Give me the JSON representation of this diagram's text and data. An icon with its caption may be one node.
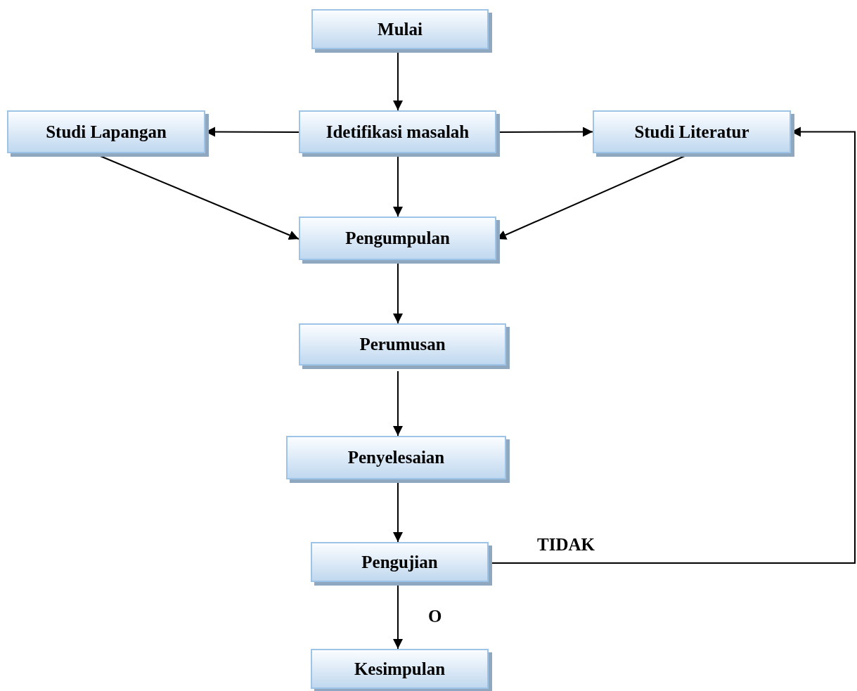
{
  "diagram": {
    "nodes": [
      {
        "text": [
          "Mulai"
        ]
      },
      {
        "text": [
          "Studi Lapangan"
        ]
      },
      {
        "text": [
          "Idetifikasi masalah"
        ]
      },
      {
        "text": [
          "Studi Literatur"
        ]
      },
      {
        "text": [
          "Pengumpulan"
        ]
      },
      {
        "text": [
          "Perumusan"
        ]
      },
      {
        "text": [
          "Penyelesaian"
        ]
      },
      {
        "text": [
          "Pengujian"
        ]
      },
      {
        "text": [
          "Kesimpulan"
        ]
      }
    ],
    "edges": [
      {
        "from": 0,
        "to": 2,
        "arrow": "to"
      },
      {
        "from": 2,
        "to": 1,
        "arrow": "to"
      },
      {
        "from": 2,
        "to": 3,
        "arrow": "to"
      },
      {
        "from": 2,
        "to": 4,
        "arrow": "to"
      },
      {
        "from": 1,
        "to": 4,
        "arrow": "to"
      },
      {
        "from": 3,
        "to": 4,
        "arrow": "to"
      },
      {
        "from": 4,
        "to": 5,
        "arrow": "to"
      },
      {
        "from": 5,
        "to": 6,
        "arrow": "to"
      },
      {
        "from": 6,
        "to": 7,
        "arrow": "to"
      },
      {
        "from": 7,
        "to": 8,
        "label": "O",
        "arrow": "to"
      },
      {
        "from": 7,
        "to": 3,
        "label": "TIDAK",
        "arrow": "to"
      }
    ]
  }
}
